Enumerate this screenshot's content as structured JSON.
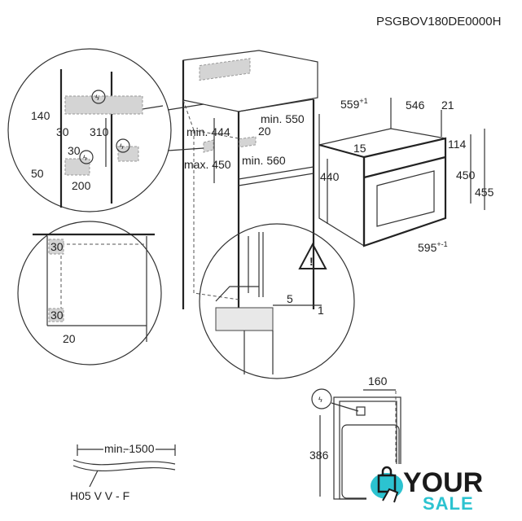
{
  "title": "PSGBOV180DE0000H",
  "detail_socket": {
    "d1": "140",
    "d2": "30",
    "d3": "310",
    "d4": "30",
    "d5": "50",
    "d6": "200"
  },
  "cabinet": {
    "min_height": "min. 444",
    "max_height": "max. 450",
    "min_depth": "min. 550",
    "gap": "20",
    "min_width": "min. 560"
  },
  "oven": {
    "depth": "559",
    "depth_tol": "+1",
    "body_depth": "546",
    "front": "21",
    "top": "15",
    "panel": "114",
    "side_height": "440",
    "body_height": "450",
    "front_height": "455",
    "width": "595",
    "width_tol": "+-1"
  },
  "detail_vent": {
    "top": "30",
    "bottom": "30",
    "gap": "20"
  },
  "detail_warning": {
    "a": "5",
    "b": "1"
  },
  "rear": {
    "offset": "160",
    "height": "386"
  },
  "cable": {
    "length": "min. 1500",
    "type": "H05 V V - F"
  },
  "logo": {
    "line1": "YOUR",
    "line2": "SALE",
    "accent": "#2cc3d0"
  }
}
